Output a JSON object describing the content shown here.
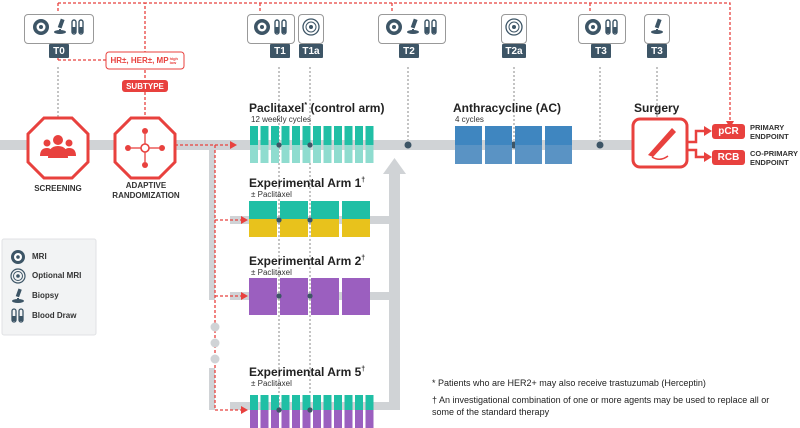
{
  "timepoints": [
    {
      "label": "T0"
    },
    {
      "label": "T1"
    },
    {
      "label": "T1a"
    },
    {
      "label": "T2"
    },
    {
      "label": "T2a"
    },
    {
      "label": "T3"
    },
    {
      "label": "T3"
    }
  ],
  "subtype": {
    "markers": "HR±, HER±, MP",
    "markers_sup": "high low",
    "label": "SUBTYPE"
  },
  "steps": {
    "screening": "SCREENING",
    "randomization": "ADAPTIVE RANDOMIZATION"
  },
  "arms": [
    {
      "title": "Paclitaxel",
      "title_mark": "*",
      "title_suffix": " (control arm)",
      "sub": "12 weekly cycles"
    },
    {
      "title": "Experimental Arm 1",
      "title_mark": "†",
      "sub": "± Paclitaxel"
    },
    {
      "title": "Experimental Arm 2",
      "title_mark": "†",
      "sub": "± Paclitaxel"
    },
    {
      "title": "Experimental Arm 5",
      "title_mark": "†",
      "sub": "± Paclitaxel"
    }
  ],
  "anthracycline": {
    "title": "Anthracycline (AC)",
    "sub": "4 cycles"
  },
  "surgery": {
    "title": "Surgery"
  },
  "endpoints": [
    {
      "label": "pCR",
      "desc": "PRIMARY ENDPOINT"
    },
    {
      "label": "RCB",
      "desc": "CO-PRIMARY ENDPOINT"
    }
  ],
  "legend": [
    {
      "icon": "mri-icon",
      "label": "MRI"
    },
    {
      "icon": "optional-mri-icon",
      "label": "Optional MRI"
    },
    {
      "icon": "biopsy-icon",
      "label": "Biopsy"
    },
    {
      "icon": "blood-draw-icon",
      "label": "Blood Draw"
    }
  ],
  "notes": {
    "star": "* Patients who are HER2+ may also receive trastuzumab (Herceptin)",
    "dagger": "† An investigational combination of one or more agents may be used to replace all or some of the standard therapy"
  },
  "colors": {
    "red": "#e8413e",
    "teal": "#20bfa5",
    "yellow": "#e8c21c",
    "purple": "#9b5fbf",
    "blue": "#3f86c0",
    "navy": "#3d5566",
    "grey": "#d0d3d6"
  }
}
